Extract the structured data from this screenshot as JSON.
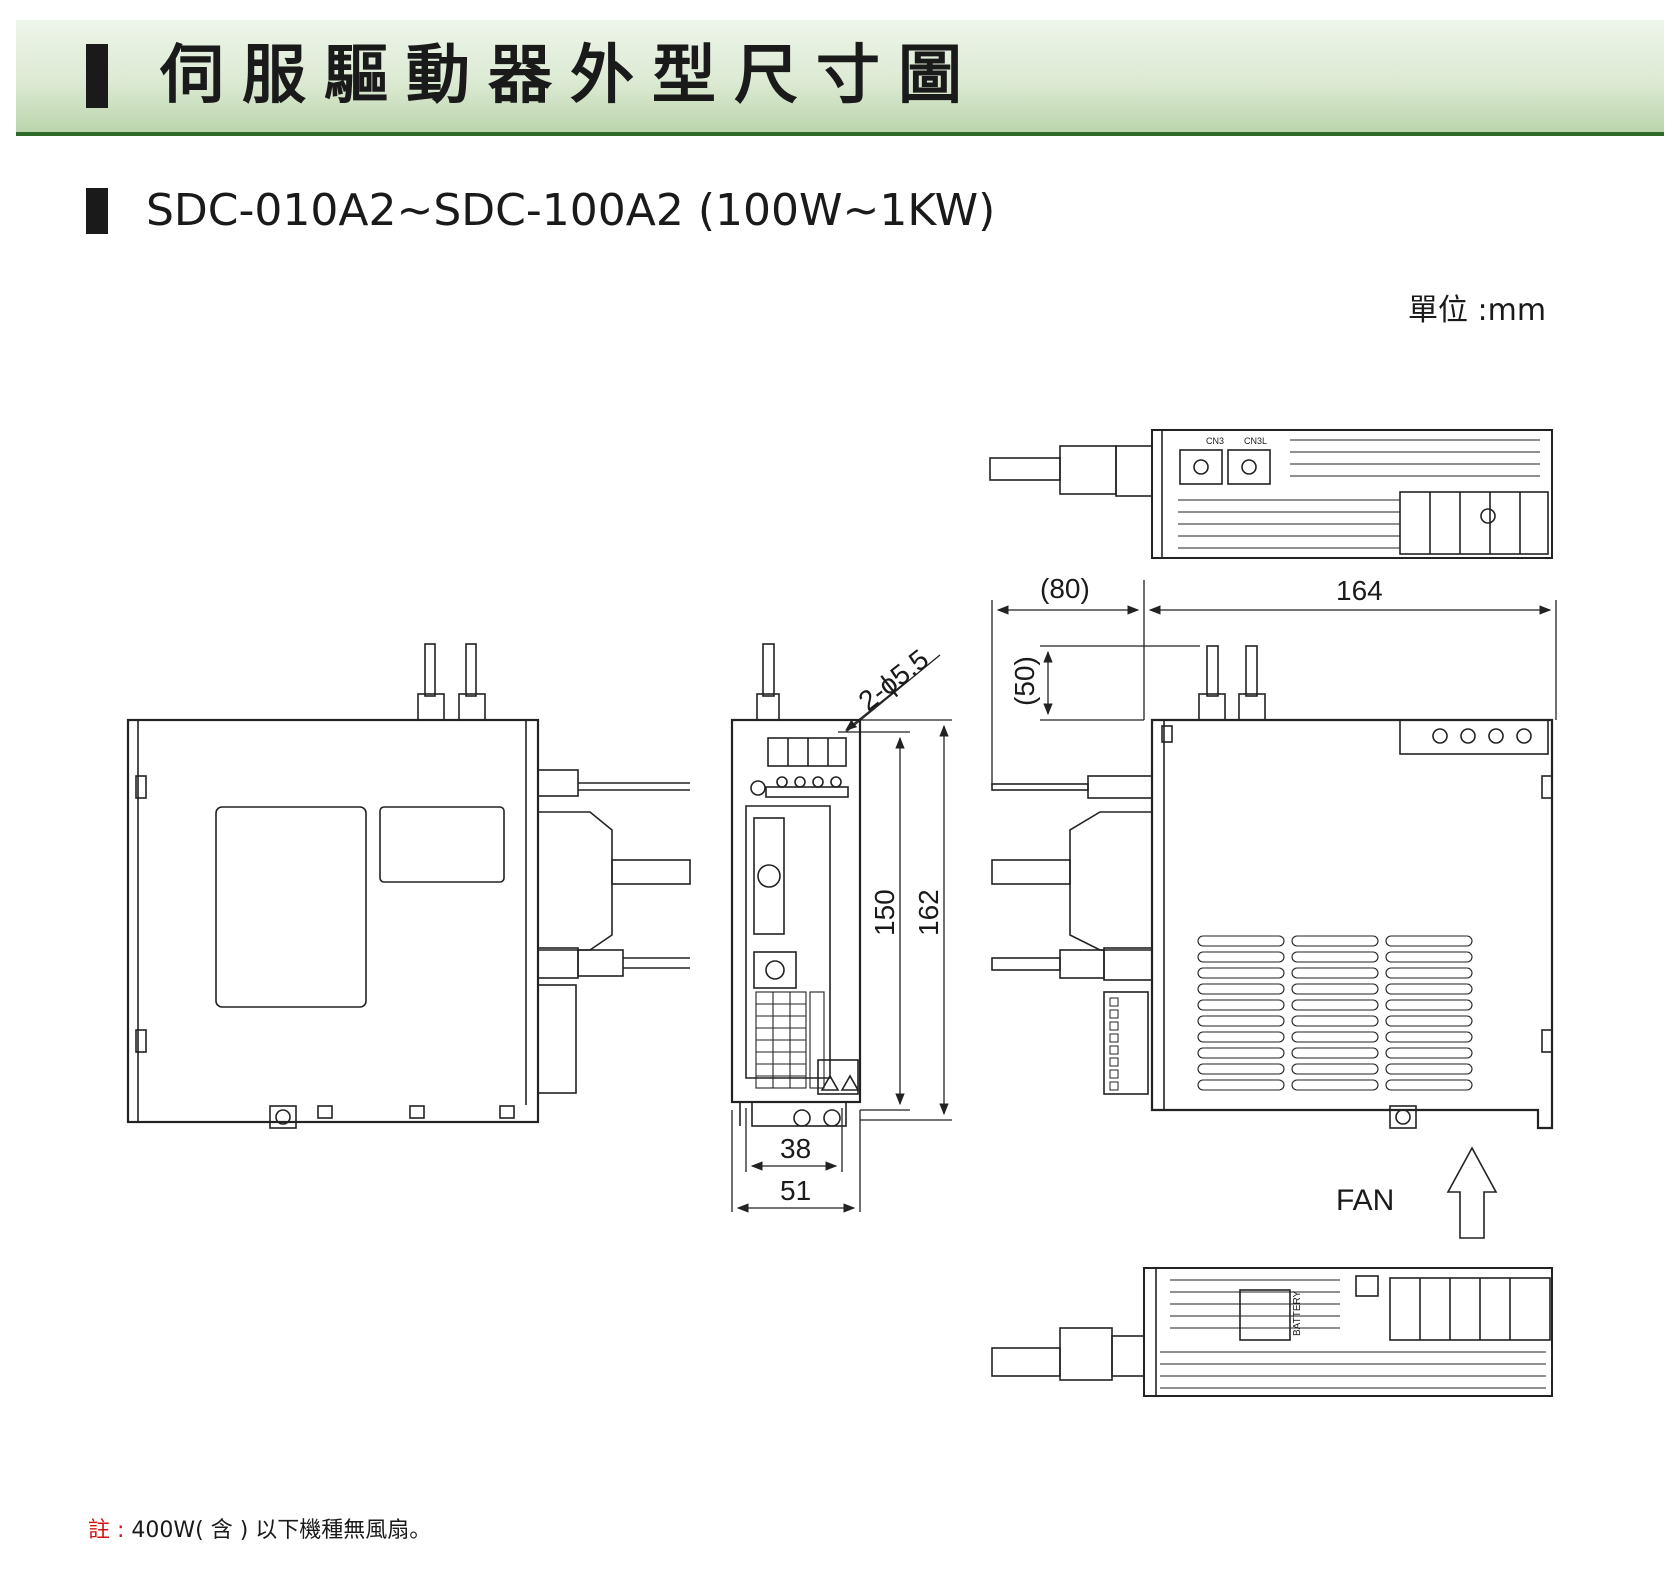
{
  "header": {
    "title": "伺服驅動器外型尺寸圖",
    "accent_color": "#2f6a2a",
    "band_color": "#dcead3"
  },
  "model": {
    "heading": "SDC-010A2~SDC-100A2 (100W~1KW)"
  },
  "unit_label": "單位 :mm",
  "dimensions": {
    "hole": "2-ϕ5.5",
    "height_inner": "150",
    "height_outer": "162",
    "width_inner": "38",
    "width_outer": "51",
    "depth_front": "(80)",
    "depth_body": "164",
    "top_offset": "(50)"
  },
  "fan_label": "FAN",
  "panel_labels": {
    "battery": "BATTERY",
    "cn3": "CN3",
    "cn3l": "CN3L"
  },
  "note": {
    "label": "註 :",
    "text": " 400W( 含 ) 以下機種無風扇。"
  }
}
